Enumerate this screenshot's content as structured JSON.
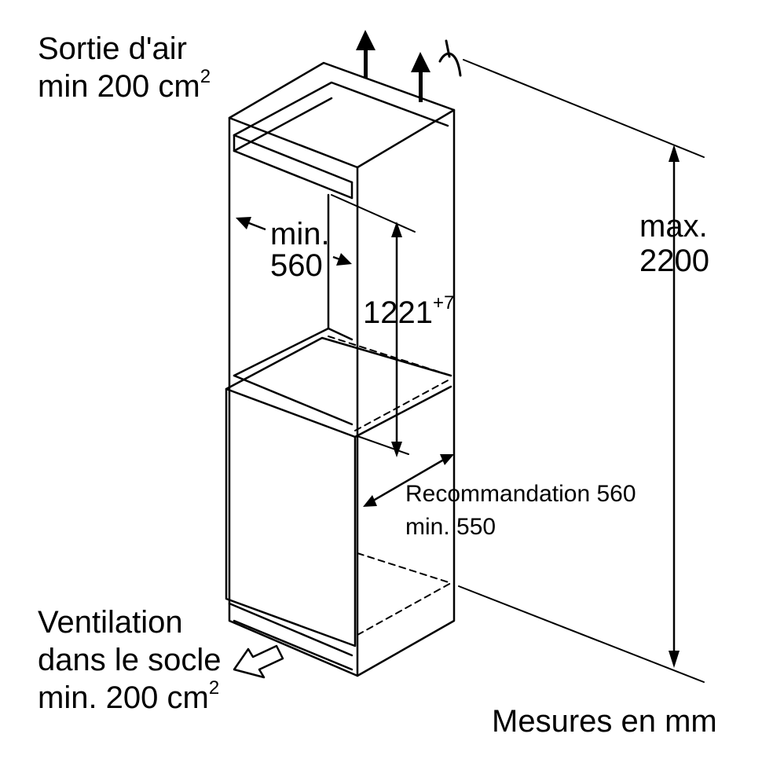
{
  "labels": {
    "air_outlet_line1": "Sortie d'air",
    "air_outlet_line2": "min 200 cm",
    "air_outlet_exp": "2",
    "niche_width_line1": "min.",
    "niche_width_line2": "560",
    "niche_height_value": "1221",
    "niche_height_exp": "+7",
    "max_height_line1": "max.",
    "max_height_line2": "2200",
    "depth_line1": "Recommandation 560",
    "depth_line2": "min. 550",
    "ventilation_line1": "Ventilation",
    "ventilation_line2": "dans le socle",
    "ventilation_line3": "min. 200 cm",
    "ventilation_exp": "2",
    "units_note": "Mesures en mm"
  },
  "colors": {
    "line": "#000000",
    "background": "#ffffff"
  },
  "icons": [
    "air-outlet-arrow-icon",
    "air-flow-curve-icon",
    "base-ventilation-arrow-icon"
  ]
}
